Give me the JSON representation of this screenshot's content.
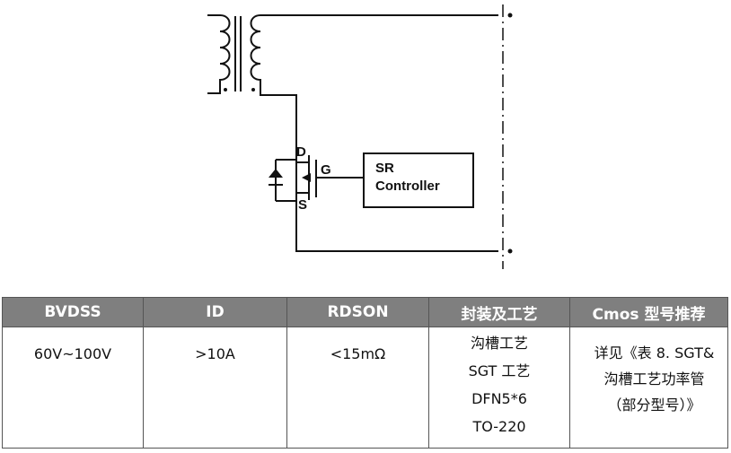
{
  "circuit": {
    "pin_drain": "D",
    "pin_gate": "G",
    "pin_source": "S",
    "controller_line1": "SR",
    "controller_line2": "Controller"
  },
  "table": {
    "headers": [
      "BVDSS",
      "ID",
      "RDSON",
      "封装及工艺",
      "Cmos 型号推荐"
    ],
    "row": {
      "bvdss": "60V~100V",
      "id": ">10A",
      "rdson": "<15mΩ",
      "process": [
        "沟槽工艺",
        "SGT 工艺",
        "DFN5*6",
        "TO-220"
      ],
      "recommendation": [
        "详见《表 8. SGT&",
        "沟槽工艺功率管",
        "（部分型号）》"
      ]
    }
  }
}
